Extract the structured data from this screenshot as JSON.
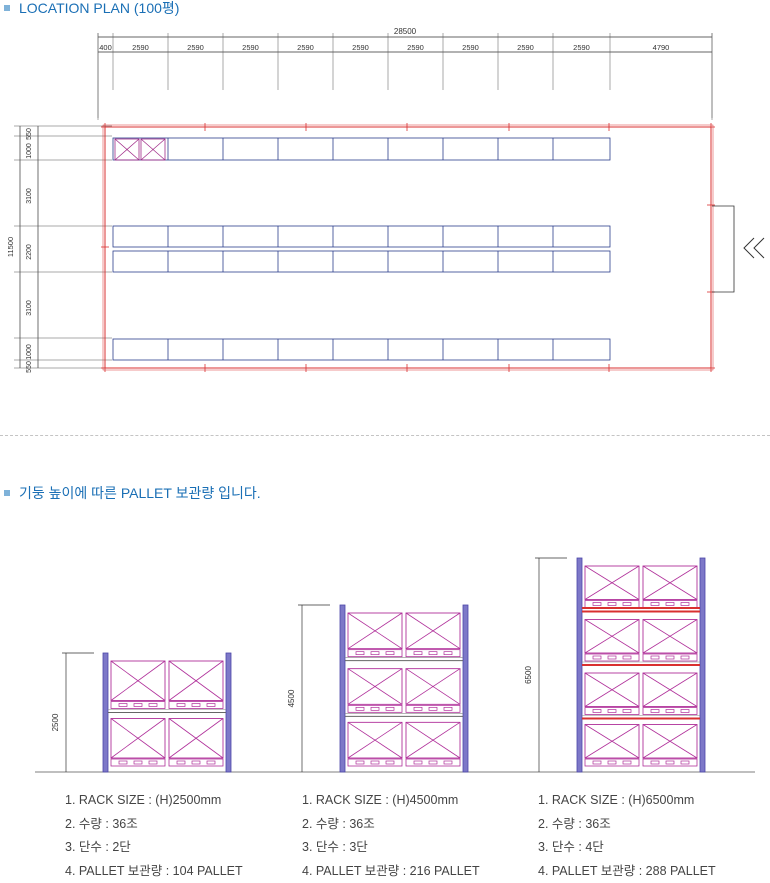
{
  "section1": {
    "title": "LOCATION PLAN (100평)"
  },
  "section2": {
    "title": "기둥 높이에 따른 PALLET 보관량 입니다."
  },
  "plan": {
    "total_width": "28500",
    "width_segments": [
      "400",
      "2590",
      "2590",
      "2590",
      "2590",
      "2590",
      "2590",
      "2590",
      "2590",
      "2590",
      "4790"
    ],
    "total_height": "11500",
    "height_segments": [
      "550",
      "1000",
      "3100",
      "2200",
      "3100",
      "1000",
      "550"
    ]
  },
  "elevations": [
    {
      "height_label": "2500"
    },
    {
      "height_label": "4500"
    },
    {
      "height_label": "6500"
    }
  ],
  "specs": [
    {
      "size": "1. RACK SIZE : (H)2500mm",
      "qty": "2. 수량 : 36조",
      "levels": "3. 단수 : 2단",
      "storage": "4. PALLET 보관량 : 104 PALLET"
    },
    {
      "size": "1. RACK SIZE : (H)4500mm",
      "qty": "2. 수량 : 36조",
      "levels": "3. 단수 : 3단",
      "storage": "4. PALLET 보관량 : 216 PALLET"
    },
    {
      "size": "1. RACK SIZE : (H)6500mm",
      "qty": "2. 수량 : 36조",
      "levels": "3. 단수 : 4단",
      "storage": "4. PALLET 보관량 : 288 PALLET"
    }
  ],
  "colors": {
    "title": "#1a6fb5",
    "rack": "#2c3e8c",
    "pallet": "#b0309a",
    "wall": "#d93030",
    "upright": "#4b45a8"
  }
}
